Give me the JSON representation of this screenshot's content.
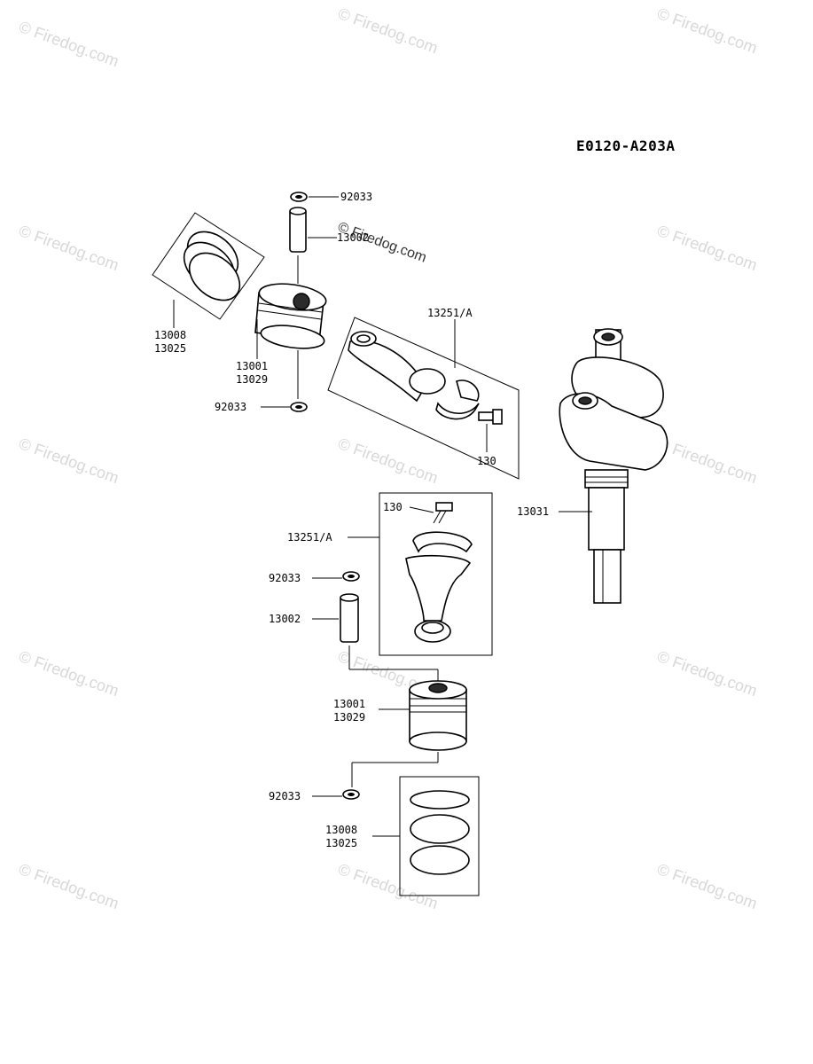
{
  "diagram": {
    "code": "E0120-A203A",
    "watermark": "© Firedog.com",
    "top_group": {
      "label_92033_top": "92033",
      "label_13002": "13002",
      "label_ring_a": "13008",
      "label_ring_b": "13025",
      "label_piston_a": "13001",
      "label_piston_b": "13029",
      "label_92033_bottom": "92033",
      "label_rod": "13251/A",
      "label_bolt": "130"
    },
    "crankshaft": {
      "label": "13031"
    },
    "bottom_group": {
      "label_bolt": "130",
      "label_rod": "13251/A",
      "label_92033_top": "92033",
      "label_13002": "13002",
      "label_piston_a": "13001",
      "label_piston_b": "13029",
      "label_92033_bottom": "92033",
      "label_ring_a": "13008",
      "label_ring_b": "13025"
    }
  }
}
